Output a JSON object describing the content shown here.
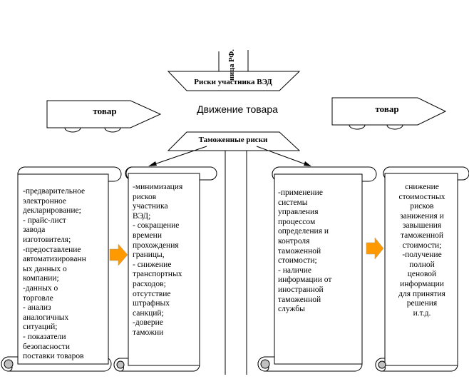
{
  "header": {
    "vertical_label": "ница РФ.",
    "risks_vad": "Риски участника ВЭД",
    "movement": "Движение товара",
    "customs_risks": "Таможенные риски"
  },
  "trucks": {
    "left_label": "товар",
    "right_label": "товар"
  },
  "scrolls": [
    {
      "text": "-предварительное\nэлектронное\nдекларирование;\n- прайс-лист\nзавода\nизготовителя;\n-предоставление\nавтоматизированн\nых данных о\nкомпании;\n-данных о\nторговле\n- анализ\nаналогичных\nситуаций;\n- показатели\nбезопасности\nпоставки товаров"
    },
    {
      "text": "-минимизация\nрисков\nучастника\nВЭД;\n- сокращение\nвремени\nпрохождения\nграницы,\n- снижение\nтранспортных\nрасходов;\nотсутствие\nштрафных\nсанкций;\n-доверие\nтаможни"
    },
    {
      "text": "-применение\nсистемы\nуправления\nпроцессом\nопределения и\nконтроля\nтаможенной\nстоимости;\n- наличие\nинформации от\nиностранной\nтаможенной\nслужбы"
    },
    {
      "text": "снижение\nстоимостных\nрисков\nзанижения и\nзавышения\nтаможенной\nстоимости;\n-получение\nполной\nценовой\nинформации\nдля принятия\nрешения\nи.т.д."
    }
  ],
  "colors": {
    "accent_arrow": "#ff9900",
    "line": "#000000"
  }
}
